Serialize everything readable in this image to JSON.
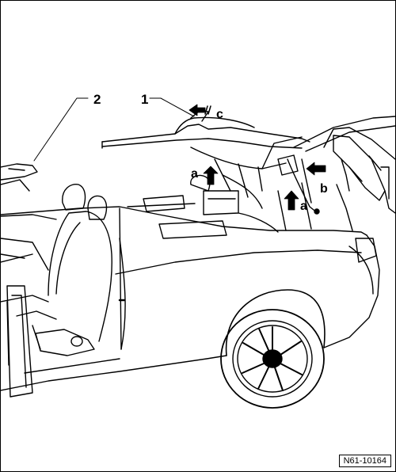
{
  "callouts": {
    "part_1": "1",
    "part_2": "2",
    "arrow_a_1": "a",
    "arrow_a_2": "a",
    "arrow_b": "b",
    "arrow_c": "c"
  },
  "reference_number": "N61-10164"
}
